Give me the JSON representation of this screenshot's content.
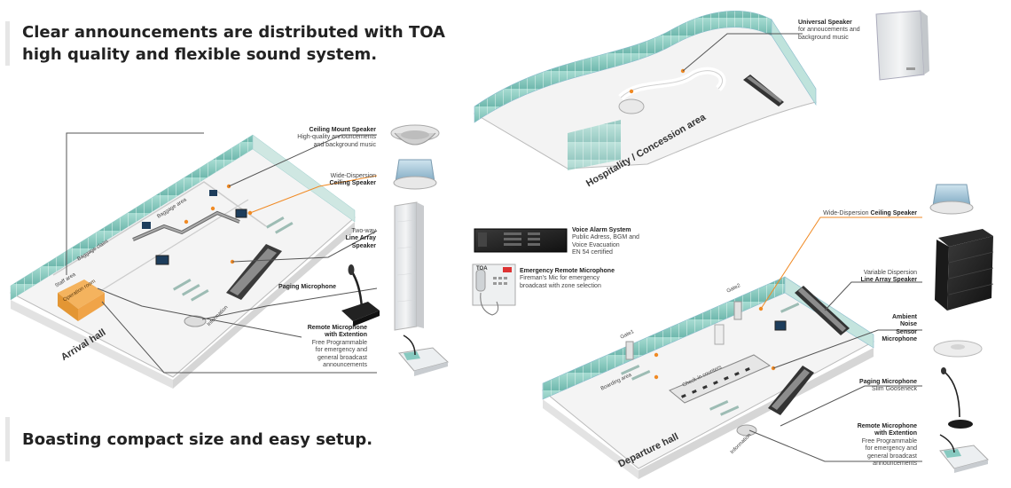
{
  "headlines": {
    "main_line1": "Clear announcements are distributed with TOA",
    "main_line2": "high quality and flexible sound system.",
    "sub": "Boasting compact size and easy setup."
  },
  "arrival": {
    "area": "Arrival hall",
    "staff_area": "Staff area",
    "operation_room": "Operation room",
    "baggage_claim": "Baggage claim",
    "baggage_area": "Baggage area",
    "information": "Information",
    "ceiling_mount": {
      "title": "Ceiling Mount Speaker",
      "desc": [
        "High-quality announcements",
        "and background music"
      ]
    },
    "wide_dispersion": {
      "prefix": "Wide-Dispersion",
      "title": "Ceiling Speaker"
    },
    "line_array": {
      "prefix": "Two-way",
      "title": "Line Array",
      "title2": "Speaker"
    },
    "paging": {
      "title": "Paging Microphone"
    },
    "remote_mic": {
      "title": "Remote Microphone",
      "title2": "with Extention",
      "desc": [
        "Free Programmable",
        "for emergency and",
        "general broadcast",
        "announcements"
      ]
    }
  },
  "hospitality": {
    "area": "Hospitality / Concession area",
    "universal": {
      "title": "Universal Speaker",
      "desc": [
        "for annoucements and",
        "background music"
      ]
    }
  },
  "center": {
    "voice_alarm": {
      "title": "Voice Alarm System",
      "desc": [
        "Public Adress, BGM and",
        "Voice Evacuation",
        "EN 54 certified"
      ]
    },
    "emergency_mic": {
      "title": "Emergency Remote Microphone",
      "desc": [
        "Fireman's Mic for emergency",
        "broadcast with zone selection"
      ]
    },
    "panel_brand": "TOA"
  },
  "departure": {
    "area": "Departure hall",
    "gate1": "Gate1",
    "gate2": "Gate2",
    "boarding": "Boarding area",
    "checkin": "Check-in counters",
    "information": "Information",
    "wide_dispersion": {
      "prefix": "Wide-Dispersion",
      "title": "Ceiling Speaker"
    },
    "line_array": {
      "prefix": "Variable Dispersion",
      "title": "Line Array Speaker"
    },
    "ambient": {
      "lines": [
        "Ambient",
        "Noise",
        "Sensor",
        "Microphone"
      ]
    },
    "paging": {
      "title": "Paging Microphone",
      "desc": "Slim Gooseneck"
    },
    "remote_mic": {
      "title": "Remote Microphone",
      "title2": "with Extention",
      "desc": [
        "Free Programmable",
        "for emergency and",
        "general broadcast",
        "announcements"
      ]
    }
  },
  "colors": {
    "accent": "#f08a24",
    "glass": "#8fcfc4",
    "floor": "#f2f2f2",
    "line": "#555555"
  }
}
